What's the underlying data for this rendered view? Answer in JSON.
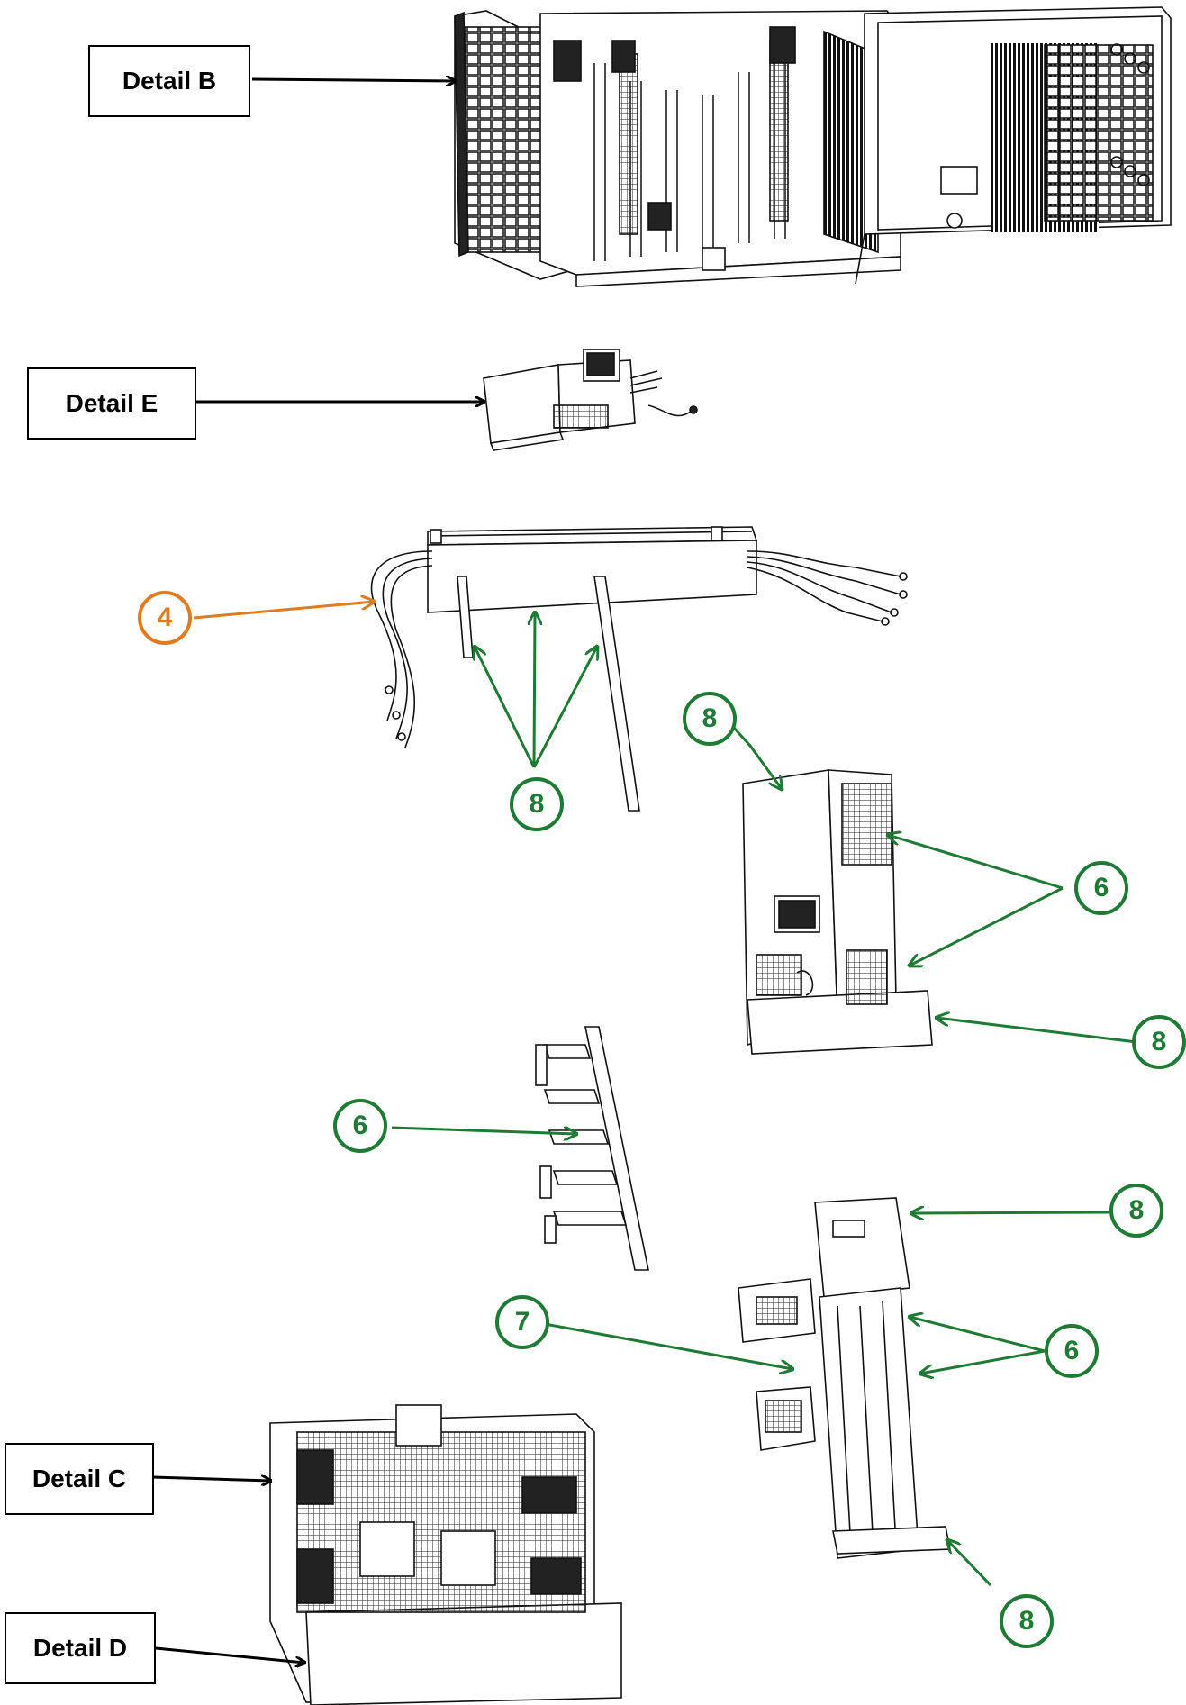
{
  "details": {
    "b": "Detail B",
    "e": "Detail E",
    "c": "Detail C",
    "d": "Detail D"
  },
  "callouts": {
    "c4": "4",
    "c8_a": "8",
    "c8_b": "8",
    "c6_a": "6",
    "c8_c": "8",
    "c6_b": "6",
    "c8_d": "8",
    "c7": "7",
    "c6_c": "6",
    "c8_e": "8"
  },
  "colors": {
    "green": "#1e7b34",
    "orange": "#e07b20",
    "line": "#000000"
  }
}
